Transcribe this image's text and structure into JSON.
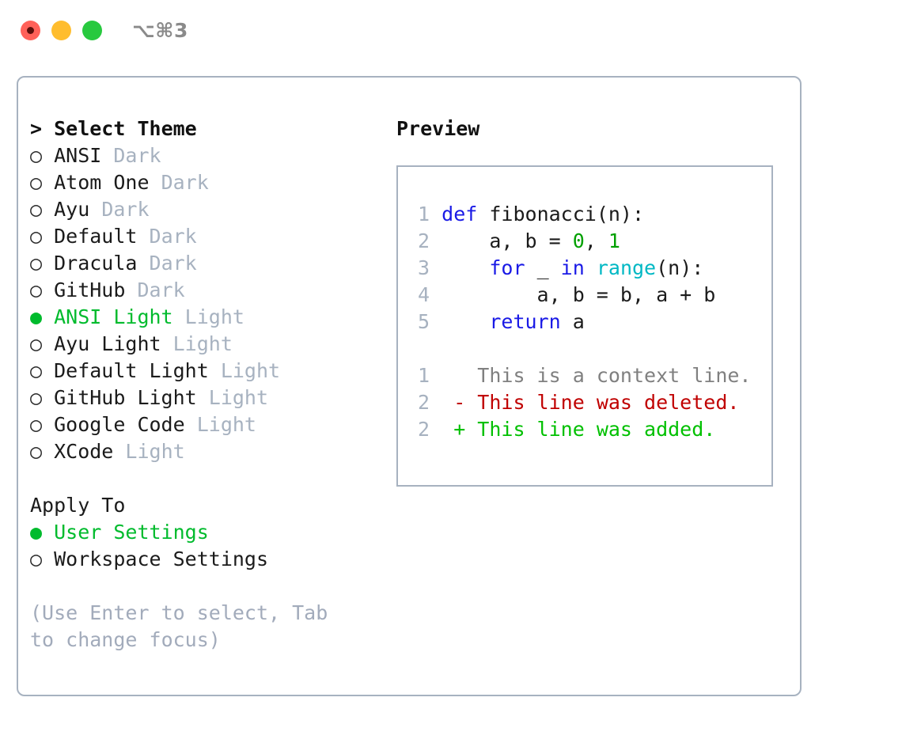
{
  "window": {
    "title": "⌥⌘3",
    "traffic_lights": [
      "close",
      "minimize",
      "zoom"
    ]
  },
  "theme_selector": {
    "header": "> Select Theme",
    "options": [
      {
        "bullet": "○",
        "selected": false,
        "name": "ANSI",
        "variant": "Dark"
      },
      {
        "bullet": "○",
        "selected": false,
        "name": "Atom One",
        "variant": "Dark"
      },
      {
        "bullet": "○",
        "selected": false,
        "name": "Ayu",
        "variant": "Dark"
      },
      {
        "bullet": "○",
        "selected": false,
        "name": "Default",
        "variant": "Dark"
      },
      {
        "bullet": "○",
        "selected": false,
        "name": "Dracula",
        "variant": "Dark"
      },
      {
        "bullet": "○",
        "selected": false,
        "name": "GitHub",
        "variant": "Dark"
      },
      {
        "bullet": "●",
        "selected": true,
        "name": "ANSI Light",
        "variant": "Light"
      },
      {
        "bullet": "○",
        "selected": false,
        "name": "Ayu Light",
        "variant": "Light"
      },
      {
        "bullet": "○",
        "selected": false,
        "name": "Default Light",
        "variant": "Light"
      },
      {
        "bullet": "○",
        "selected": false,
        "name": "GitHub Light",
        "variant": "Light"
      },
      {
        "bullet": "○",
        "selected": false,
        "name": "Google Code",
        "variant": "Light"
      },
      {
        "bullet": "○",
        "selected": false,
        "name": "XCode",
        "variant": "Light"
      }
    ]
  },
  "apply_to": {
    "header": "Apply To",
    "options": [
      {
        "bullet": "●",
        "selected": true,
        "name": "User Settings"
      },
      {
        "bullet": "○",
        "selected": false,
        "name": "Workspace Settings"
      }
    ]
  },
  "hint": "(Use Enter to select, Tab to change focus)",
  "preview": {
    "title": "Preview",
    "code_lines": [
      {
        "no": "1",
        "tokens": [
          {
            "t": "def",
            "c": "kw"
          },
          {
            "t": " fibonacci(n):",
            "c": "plain"
          }
        ]
      },
      {
        "no": "2",
        "tokens": [
          {
            "t": "    a, b = ",
            "c": "plain"
          },
          {
            "t": "0",
            "c": "num"
          },
          {
            "t": ", ",
            "c": "plain"
          },
          {
            "t": "1",
            "c": "num"
          }
        ]
      },
      {
        "no": "3",
        "tokens": [
          {
            "t": "    ",
            "c": "plain"
          },
          {
            "t": "for",
            "c": "kw"
          },
          {
            "t": " _ ",
            "c": "plain"
          },
          {
            "t": "in",
            "c": "kw"
          },
          {
            "t": " ",
            "c": "plain"
          },
          {
            "t": "range",
            "c": "fn"
          },
          {
            "t": "(n):",
            "c": "plain"
          }
        ]
      },
      {
        "no": "4",
        "tokens": [
          {
            "t": "        a, b = b, a + b",
            "c": "plain"
          }
        ]
      },
      {
        "no": "5",
        "tokens": [
          {
            "t": "    ",
            "c": "plain"
          },
          {
            "t": "return",
            "c": "kw"
          },
          {
            "t": " a",
            "c": "plain"
          }
        ]
      }
    ],
    "diff_lines": [
      {
        "no": "1",
        "marker": " ",
        "text": " This is a context line.",
        "c": "ctx"
      },
      {
        "no": "2",
        "marker": "-",
        "text": " This line was deleted.",
        "c": "del"
      },
      {
        "no": "2",
        "marker": "+",
        "text": " This line was added.",
        "c": "add"
      }
    ]
  },
  "colors": {
    "selected_green": "#00bb2d",
    "muted": "#a7b2c0",
    "border": "#a7b2c0",
    "keyword": "#1a1ae6",
    "number": "#00a000",
    "builtin": "#00b8c4",
    "diff_deleted": "#c00000",
    "diff_added": "#00c000",
    "context": "#808080"
  }
}
